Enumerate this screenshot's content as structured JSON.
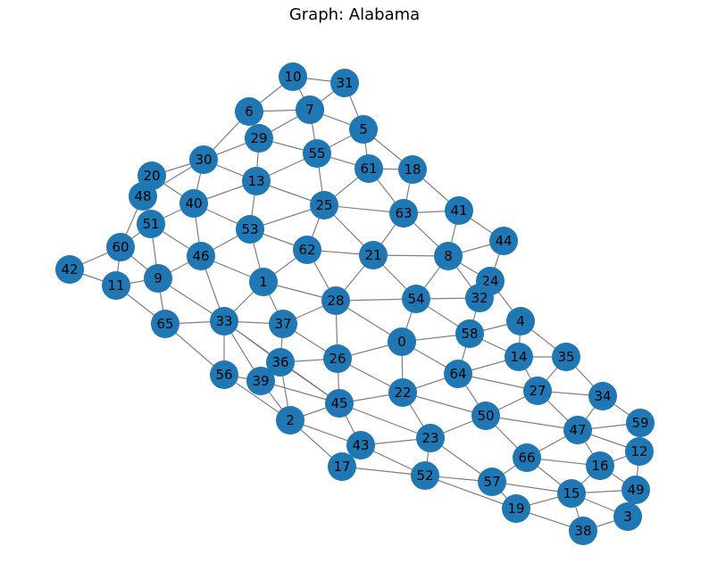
{
  "title": "Graph: Alabama",
  "colors": {
    "node": "#1f77b4",
    "edge": "#808080",
    "label": "#000000"
  },
  "nodes": [
    "0",
    "1",
    "2",
    "3",
    "4",
    "5",
    "6",
    "7",
    "8",
    "9",
    "10",
    "11",
    "12",
    "13",
    "14",
    "15",
    "16",
    "17",
    "18",
    "19",
    "20",
    "21",
    "22",
    "23",
    "24",
    "25",
    "26",
    "27",
    "28",
    "29",
    "30",
    "31",
    "32",
    "33",
    "34",
    "35",
    "36",
    "37",
    "38",
    "39",
    "40",
    "41",
    "42",
    "43",
    "44",
    "45",
    "46",
    "47",
    "48",
    "49",
    "50",
    "51",
    "52",
    "53",
    "54",
    "55",
    "56",
    "57",
    "58",
    "59",
    "60",
    "61",
    "62",
    "63",
    "64",
    "65",
    "66"
  ],
  "edges": [
    [
      "10",
      "31"
    ],
    [
      "10",
      "7"
    ],
    [
      "10",
      "6"
    ],
    [
      "31",
      "7"
    ],
    [
      "31",
      "5"
    ],
    [
      "6",
      "7"
    ],
    [
      "6",
      "29"
    ],
    [
      "6",
      "30"
    ],
    [
      "7",
      "29"
    ],
    [
      "7",
      "55"
    ],
    [
      "7",
      "5"
    ],
    [
      "5",
      "55"
    ],
    [
      "5",
      "61"
    ],
    [
      "5",
      "18"
    ],
    [
      "29",
      "55"
    ],
    [
      "29",
      "30"
    ],
    [
      "29",
      "13"
    ],
    [
      "55",
      "61"
    ],
    [
      "55",
      "13"
    ],
    [
      "55",
      "25"
    ],
    [
      "61",
      "18"
    ],
    [
      "61",
      "63"
    ],
    [
      "61",
      "25"
    ],
    [
      "18",
      "63"
    ],
    [
      "18",
      "41"
    ],
    [
      "30",
      "20"
    ],
    [
      "30",
      "40"
    ],
    [
      "30",
      "13"
    ],
    [
      "30",
      "48"
    ],
    [
      "20",
      "48"
    ],
    [
      "20",
      "40"
    ],
    [
      "48",
      "51"
    ],
    [
      "48",
      "60"
    ],
    [
      "40",
      "51"
    ],
    [
      "40",
      "46"
    ],
    [
      "40",
      "53"
    ],
    [
      "13",
      "40"
    ],
    [
      "13",
      "53"
    ],
    [
      "13",
      "25"
    ],
    [
      "25",
      "53"
    ],
    [
      "25",
      "63"
    ],
    [
      "25",
      "62"
    ],
    [
      "25",
      "21"
    ],
    [
      "63",
      "41"
    ],
    [
      "63",
      "21"
    ],
    [
      "63",
      "8"
    ],
    [
      "41",
      "8"
    ],
    [
      "41",
      "44"
    ],
    [
      "44",
      "8"
    ],
    [
      "44",
      "24"
    ],
    [
      "51",
      "60"
    ],
    [
      "51",
      "9"
    ],
    [
      "51",
      "46"
    ],
    [
      "60",
      "42"
    ],
    [
      "60",
      "11"
    ],
    [
      "60",
      "9"
    ],
    [
      "42",
      "11"
    ],
    [
      "11",
      "9"
    ],
    [
      "11",
      "65"
    ],
    [
      "9",
      "46"
    ],
    [
      "9",
      "65"
    ],
    [
      "9",
      "33"
    ],
    [
      "46",
      "53"
    ],
    [
      "46",
      "1"
    ],
    [
      "46",
      "33"
    ],
    [
      "53",
      "62"
    ],
    [
      "53",
      "1"
    ],
    [
      "62",
      "1"
    ],
    [
      "62",
      "21"
    ],
    [
      "62",
      "28"
    ],
    [
      "21",
      "8"
    ],
    [
      "21",
      "28"
    ],
    [
      "21",
      "54"
    ],
    [
      "8",
      "54"
    ],
    [
      "8",
      "24"
    ],
    [
      "8",
      "32"
    ],
    [
      "1",
      "33"
    ],
    [
      "1",
      "37"
    ],
    [
      "1",
      "28"
    ],
    [
      "28",
      "37"
    ],
    [
      "28",
      "54"
    ],
    [
      "28",
      "26"
    ],
    [
      "28",
      "0"
    ],
    [
      "54",
      "32"
    ],
    [
      "54",
      "0"
    ],
    [
      "54",
      "58"
    ],
    [
      "32",
      "24"
    ],
    [
      "32",
      "58"
    ],
    [
      "24",
      "4"
    ],
    [
      "4",
      "58"
    ],
    [
      "4",
      "14"
    ],
    [
      "4",
      "35"
    ],
    [
      "58",
      "0"
    ],
    [
      "58",
      "14"
    ],
    [
      "58",
      "64"
    ],
    [
      "65",
      "33"
    ],
    [
      "65",
      "56"
    ],
    [
      "33",
      "37"
    ],
    [
      "33",
      "56"
    ],
    [
      "33",
      "36"
    ],
    [
      "33",
      "39"
    ],
    [
      "33",
      "45"
    ],
    [
      "37",
      "36"
    ],
    [
      "37",
      "26"
    ],
    [
      "36",
      "39"
    ],
    [
      "36",
      "26"
    ],
    [
      "36",
      "45"
    ],
    [
      "36",
      "2"
    ],
    [
      "56",
      "39"
    ],
    [
      "56",
      "2"
    ],
    [
      "39",
      "2"
    ],
    [
      "39",
      "45"
    ],
    [
      "26",
      "0"
    ],
    [
      "26",
      "45"
    ],
    [
      "26",
      "22"
    ],
    [
      "0",
      "22"
    ],
    [
      "0",
      "64"
    ],
    [
      "64",
      "22"
    ],
    [
      "64",
      "14"
    ],
    [
      "64",
      "50"
    ],
    [
      "64",
      "27"
    ],
    [
      "14",
      "35"
    ],
    [
      "14",
      "27"
    ],
    [
      "35",
      "27"
    ],
    [
      "35",
      "34"
    ],
    [
      "27",
      "34"
    ],
    [
      "27",
      "50"
    ],
    [
      "27",
      "47"
    ],
    [
      "34",
      "47"
    ],
    [
      "34",
      "59"
    ],
    [
      "22",
      "45"
    ],
    [
      "22",
      "50"
    ],
    [
      "22",
      "23"
    ],
    [
      "45",
      "2"
    ],
    [
      "45",
      "43"
    ],
    [
      "45",
      "23"
    ],
    [
      "2",
      "43"
    ],
    [
      "2",
      "17"
    ],
    [
      "43",
      "17"
    ],
    [
      "43",
      "23"
    ],
    [
      "43",
      "52"
    ],
    [
      "17",
      "52"
    ],
    [
      "23",
      "52"
    ],
    [
      "23",
      "50"
    ],
    [
      "23",
      "57"
    ],
    [
      "50",
      "66"
    ],
    [
      "50",
      "47"
    ],
    [
      "52",
      "57"
    ],
    [
      "52",
      "19"
    ],
    [
      "57",
      "66"
    ],
    [
      "57",
      "19"
    ],
    [
      "57",
      "15"
    ],
    [
      "66",
      "47"
    ],
    [
      "66",
      "16"
    ],
    [
      "66",
      "15"
    ],
    [
      "47",
      "59"
    ],
    [
      "47",
      "16"
    ],
    [
      "47",
      "12"
    ],
    [
      "59",
      "12"
    ],
    [
      "12",
      "16"
    ],
    [
      "12",
      "49"
    ],
    [
      "16",
      "15"
    ],
    [
      "16",
      "49"
    ],
    [
      "15",
      "49"
    ],
    [
      "15",
      "19"
    ],
    [
      "15",
      "3"
    ],
    [
      "15",
      "38"
    ],
    [
      "19",
      "38"
    ],
    [
      "38",
      "3"
    ]
  ]
}
